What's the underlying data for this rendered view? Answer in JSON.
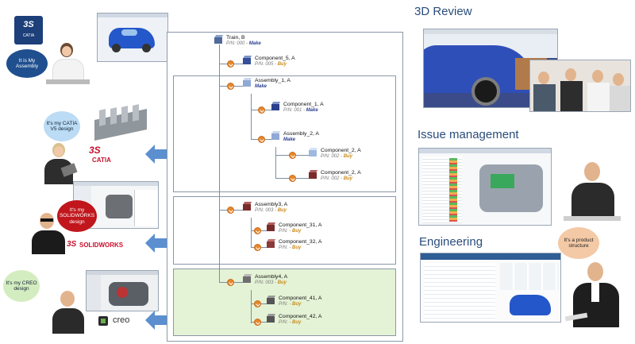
{
  "bubbles": {
    "catia_assembly": "It is My Assembly",
    "catia_v5": "It's my CATIA V5 design",
    "solidworks": "It's my SOLIDWORKS design",
    "creo": "It's my CREO design",
    "product_structure": "It's a product structure"
  },
  "logos": {
    "catia_app": "CATIA",
    "catia": "CATIA",
    "solidworks": "SOLIDWORKS",
    "creo": "creo"
  },
  "section_titles": {
    "review": "3D Review",
    "issue": "Issue management",
    "engineering": "Engineering"
  },
  "tree": {
    "root": {
      "name": "Train, B",
      "pn": "P/N: 000 - ",
      "status": "Make"
    },
    "component5": {
      "name": "Component_5, A",
      "pn": "P/N: 005 - ",
      "status": "Buy"
    },
    "assembly1": {
      "name": "Assembly_1, A",
      "status": "Make"
    },
    "component1": {
      "name": "Component_1, A",
      "pn": "P/N: 001 - ",
      "status": "Make"
    },
    "assembly2": {
      "name": "Assembly_2, A",
      "status": "Make"
    },
    "component2a": {
      "name": "Component_2, A",
      "pn": "P/N: 002 - ",
      "status": "Buy"
    },
    "component2b": {
      "name": "Component_2, A",
      "pn": "P/N: 002 - ",
      "status": "Buy"
    },
    "assembly3": {
      "name": "Assembly3, A",
      "pn": "P/N: 003 - ",
      "status": "Buy"
    },
    "component31": {
      "name": "Component_31, A",
      "pn": "P/N: - ",
      "status": "Buy"
    },
    "component32": {
      "name": "Component_32, A",
      "pn": "P/N: - ",
      "status": "Buy"
    },
    "assembly4": {
      "name": "Assembly4, A",
      "pn": "P/N: 003 - ",
      "status": "Buy"
    },
    "component41": {
      "name": "Component_41, A",
      "pn": "P/N: - ",
      "status": "Buy"
    },
    "component42": {
      "name": "Component_42, A",
      "pn": "P/N: - ",
      "status": "Buy"
    }
  },
  "colors": {
    "make": "#2a3f8f",
    "buy": "#c98a1a",
    "arrow": "#5b8fcf",
    "panel_green": "#e4f3d6"
  }
}
